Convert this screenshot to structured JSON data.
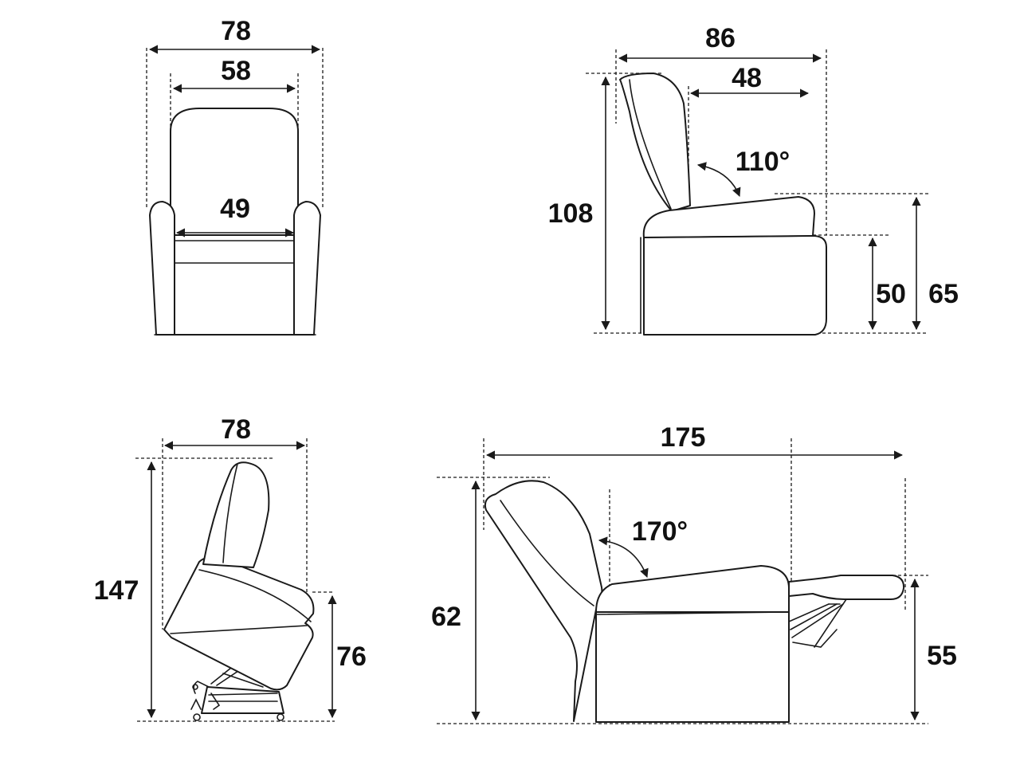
{
  "front_view": {
    "overall_width": "78",
    "back_width": "58",
    "seat_width": "49"
  },
  "side_view": {
    "depth": "86",
    "seat_depth": "48",
    "backrest_angle": "110°",
    "height": "108",
    "seat_height": "50",
    "armrest_height": "65"
  },
  "lift_view": {
    "width": "78",
    "height": "147",
    "seat_height": "76"
  },
  "recline_view": {
    "length": "175",
    "backrest_angle": "170°",
    "height": "62",
    "footrest_height": "55"
  },
  "colors": {
    "line": "#1a1a1a",
    "text": "#111111",
    "background": "#ffffff"
  }
}
